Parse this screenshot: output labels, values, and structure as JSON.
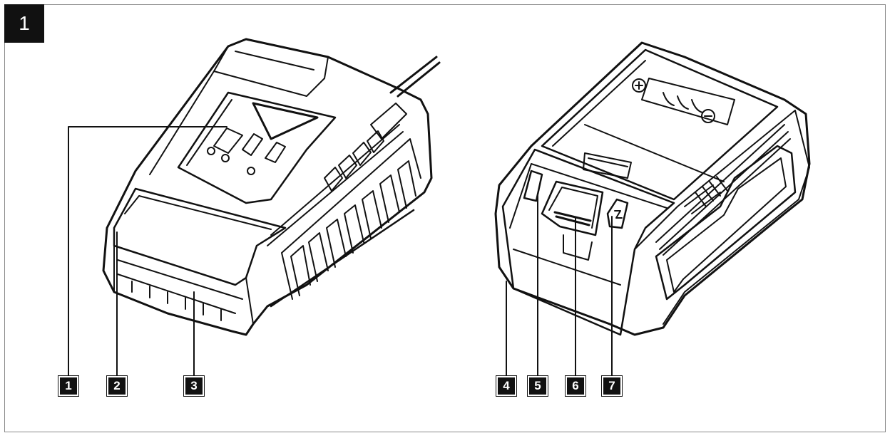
{
  "figure": {
    "number": "1"
  },
  "callouts": [
    {
      "id": "1",
      "label": "1"
    },
    {
      "id": "2",
      "label": "2"
    },
    {
      "id": "3",
      "label": "3"
    },
    {
      "id": "4",
      "label": "4"
    },
    {
      "id": "5",
      "label": "5"
    },
    {
      "id": "6",
      "label": "6"
    },
    {
      "id": "7",
      "label": "7"
    }
  ]
}
